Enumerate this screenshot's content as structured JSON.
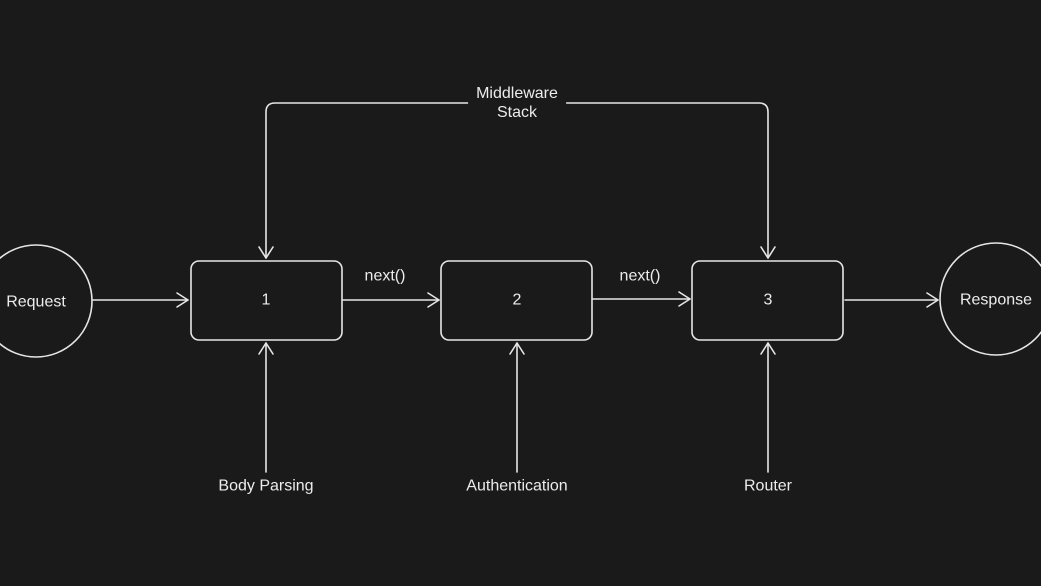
{
  "theme": {
    "background": "#1a1a1a",
    "stroke": "#e6e6e6",
    "text": "#ececec"
  },
  "nodes": {
    "request": "Request",
    "response": "Response",
    "box1": "1",
    "box2": "2",
    "box3": "3"
  },
  "edges": {
    "next_1_2": "next()",
    "next_2_3": "next()"
  },
  "stack": {
    "line1": "Middleware",
    "line2": "Stack"
  },
  "inputs": {
    "body_parsing": "Body Parsing",
    "authentication": "Authentication",
    "router": "Router"
  }
}
